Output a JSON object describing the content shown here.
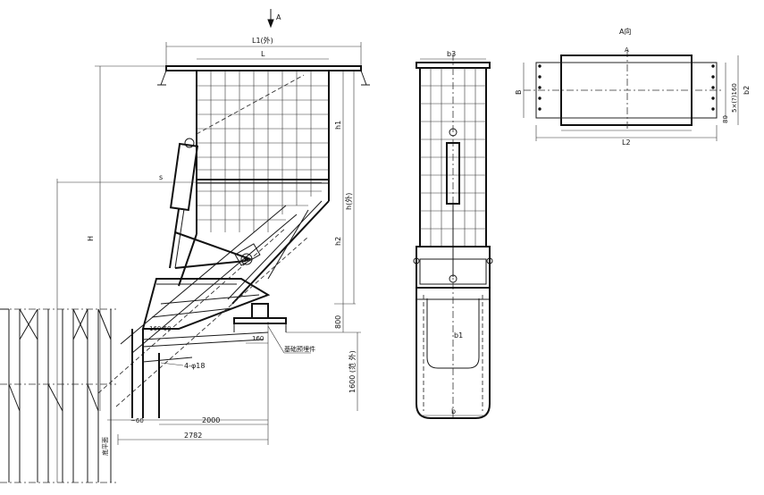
{
  "view_arrow": {
    "label": "A"
  },
  "front_view": {
    "dim_L1": "L1(外)",
    "dim_L": "L",
    "dim_h1": "h1",
    "dim_h": "h(外)",
    "dim_h2": "h2",
    "dim_H": "H",
    "dim_s": "s",
    "dim_800": "800",
    "dim_1600": "1600 (范 外)",
    "dim_160_60": "160 60",
    "dim_160": "160",
    "hole_note": "4-φ18",
    "base_callout": "基础预埋件",
    "dim_60": "~60",
    "dim_2000": "2000",
    "dim_2782": "2782",
    "side_marks": "底平面"
  },
  "side_view": {
    "dim_b3": "b3",
    "dim_b1": "b1",
    "dim_b": "b"
  },
  "a_view": {
    "title": "A向",
    "dim_B": "B",
    "dim_b2": "b2",
    "dim_pitch": "5×(?)160",
    "dim_80": "80",
    "dim_L2": "L2",
    "center_mark": "A"
  }
}
